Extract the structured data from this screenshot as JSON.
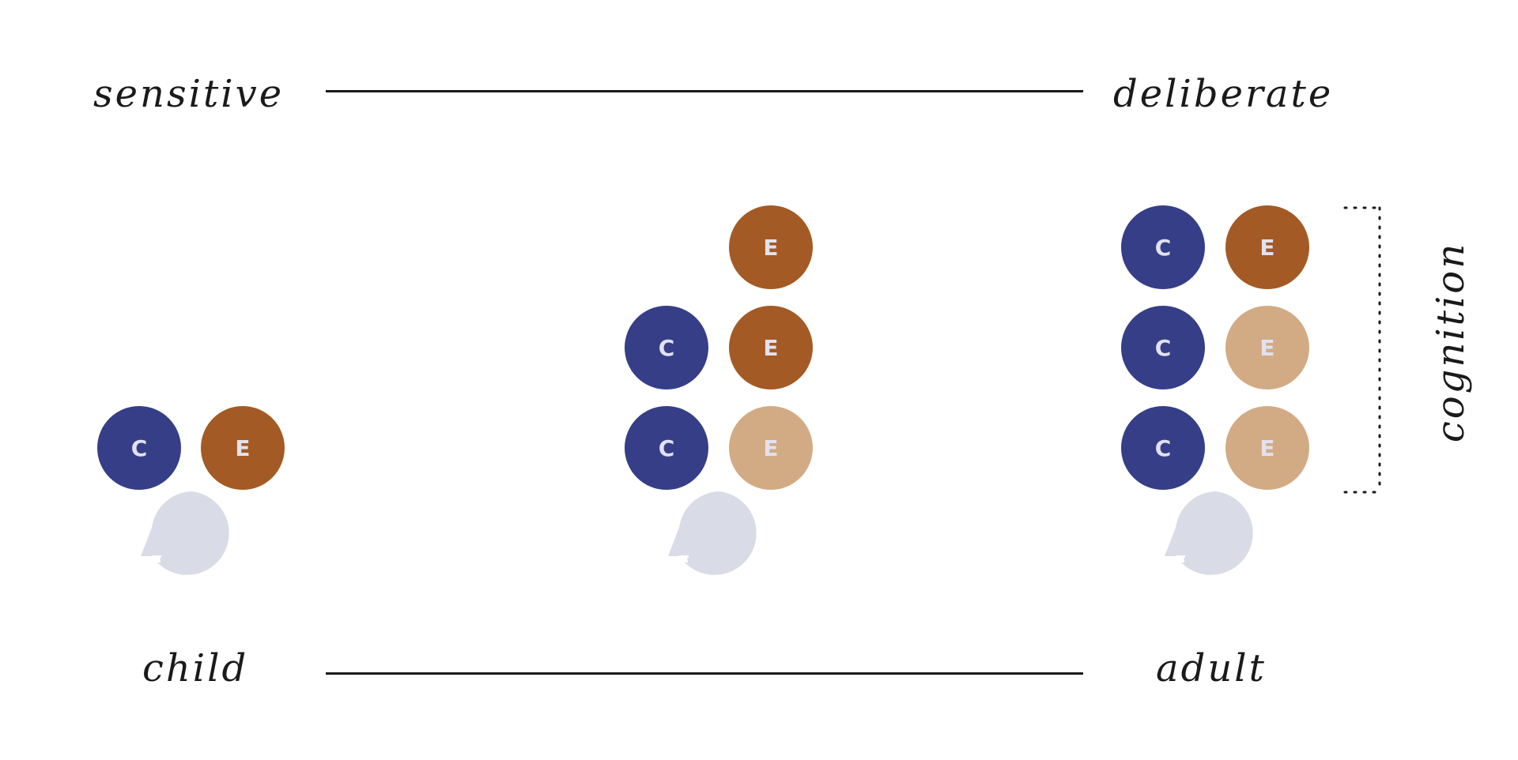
{
  "labels": {
    "sensitive": "sensitive",
    "deliberate": "deliberate",
    "child": "child",
    "adult": "adult",
    "cognition": "cognition"
  },
  "circle_letters": {
    "c": "C",
    "e": "E"
  },
  "colors": {
    "navy": "#353E87",
    "rust": "#A35A24",
    "tan": "#D2AB84",
    "head": "#D9DCE6",
    "text": "#1a1a1a"
  },
  "icons": {
    "head": "head-profile-icon",
    "bracket": "dotted-bracket"
  }
}
